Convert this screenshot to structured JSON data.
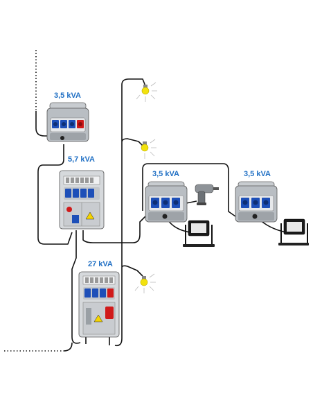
{
  "labels": {
    "box1": "3,5 kVA",
    "box2": "5,7 kVA",
    "box3": "27 kVA",
    "box4": "3,5 kVA",
    "box5": "3,5 kVA"
  }
}
